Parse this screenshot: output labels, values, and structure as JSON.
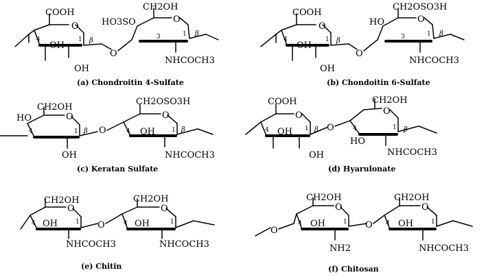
{
  "panels": [
    {
      "caption": "(a) Chondroitin 4-Sulfate",
      "ring1": {
        "top": "COOH",
        "side": "OH",
        "bottom": "OH",
        "pos4": "4",
        "pos1": "1",
        "beta": "β",
        "left_sub": ""
      },
      "ring2": {
        "top": "CH2OH",
        "side": "",
        "bottom": "NHCOCH3",
        "pos3": "3",
        "pos1": "1",
        "beta": "β",
        "left_sub": "HO3SO"
      }
    },
    {
      "caption": "(b) Chondoitin 6-Sulfate",
      "ring1": {
        "top": "COOH",
        "side": "OH",
        "bottom": "OH",
        "pos4": "4",
        "pos1": "1",
        "beta": "β",
        "left_sub": ""
      },
      "ring2": {
        "top": "CH2OSO3H",
        "side": "",
        "bottom": "NHCOCH3",
        "pos3": "3",
        "pos1": "1",
        "beta": "β",
        "left_sub": "HO"
      }
    },
    {
      "caption": "(c) Keratan Sulfate",
      "ring1": {
        "top": "CH2OH",
        "side": "",
        "bottom": "OH",
        "pos4": "4",
        "pos1": "1",
        "beta": "β",
        "left_sub": "HO"
      },
      "ring2": {
        "top": "CH2OSO3H",
        "side": "OH",
        "bottom": "NHCOCH3",
        "pos4": "4",
        "pos1": "1",
        "beta": "β",
        "left_sub": ""
      }
    },
    {
      "caption": "(d) Hyarulonate",
      "ring1": {
        "top": "COOH",
        "side": "OH",
        "bottom": "OH",
        "pos4": "4",
        "pos1": "1",
        "beta": "β",
        "left_sub": ""
      },
      "ring2": {
        "top": "CH2OH",
        "side": "HO",
        "bottom": "NHCOCH3",
        "pos4": "4",
        "pos1": "1",
        "beta": "β",
        "left_sub": ""
      }
    },
    {
      "caption": "(e) Chitin",
      "ring1": {
        "top": "CH2OH",
        "side": "OH",
        "bottom": "NHCOCH3",
        "pos4": "4",
        "pos1": "1",
        "left_sub": ""
      },
      "ring2": {
        "top": "CH2OH",
        "side": "OH",
        "bottom": "NHCOCH3",
        "pos4": "4",
        "pos1": "1",
        "left_sub": ""
      }
    },
    {
      "caption": "(f) Chitosan",
      "ring1": {
        "top": "CH2OH",
        "side": "OH",
        "bottom": "NH2",
        "pos4": "4",
        "pos1": "1",
        "left_sub": ""
      },
      "ring2": {
        "top": "CH2OH",
        "side": "OH",
        "bottom": "NHCOCH3",
        "pos4": "4",
        "pos1": "1",
        "left_sub": ""
      }
    }
  ]
}
